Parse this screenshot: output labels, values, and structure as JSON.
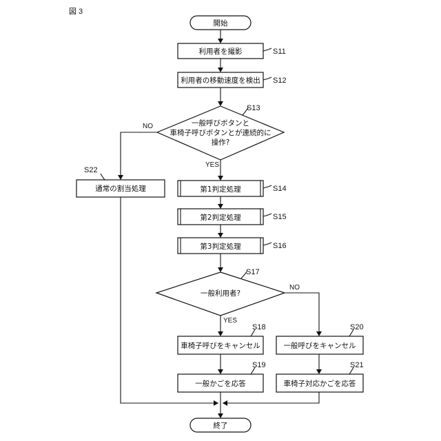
{
  "figure_label": "図 3",
  "nodes": {
    "start": {
      "text": "開始"
    },
    "s11": {
      "text": "利用者を撮影",
      "step": "S11"
    },
    "s12": {
      "text": "利用者の移動速度を検出",
      "step": "S12"
    },
    "s13": {
      "lines": [
        "一般呼びボタンと",
        "車椅子呼びボタンとが連続的に",
        "操作?"
      ],
      "step": "S13"
    },
    "s14": {
      "text": "第1判定処理",
      "step": "S14"
    },
    "s15": {
      "text": "第2判定処理",
      "step": "S15"
    },
    "s16": {
      "text": "第3判定処理",
      "step": "S16"
    },
    "s17": {
      "text": "一般利用者?",
      "step": "S17"
    },
    "s18": {
      "text": "車椅子呼びをキャンセル",
      "step": "S18"
    },
    "s19": {
      "text": "一般かごを応答",
      "step": "S19"
    },
    "s20": {
      "text": "一般呼びをキャンセル",
      "step": "S20"
    },
    "s21": {
      "text": "車椅子対応かごを応答",
      "step": "S21"
    },
    "s22": {
      "text": "通常の割当処理",
      "step": "S22"
    },
    "end": {
      "text": "終了"
    }
  },
  "branch_labels": {
    "s13_yes": "YES",
    "s13_no": "NO",
    "s17_yes": "YES",
    "s17_no": "NO"
  }
}
